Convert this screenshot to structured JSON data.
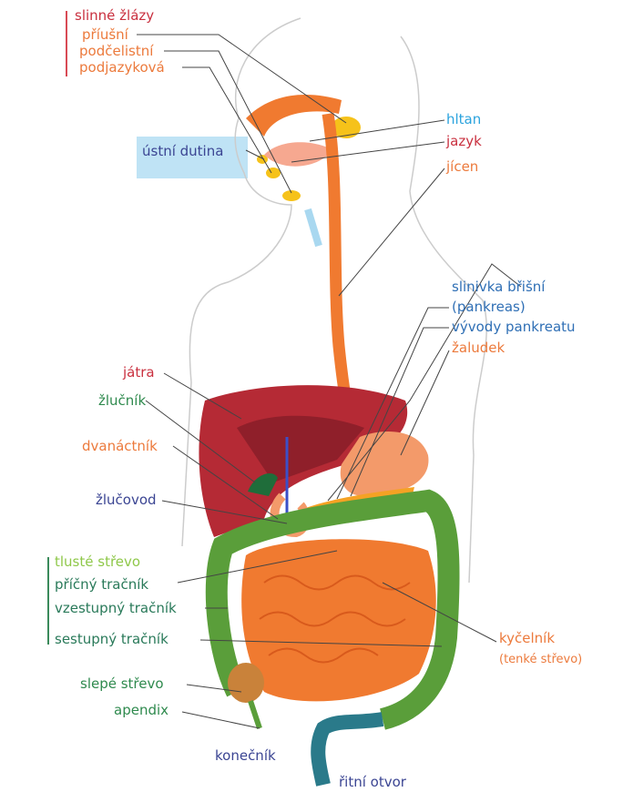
{
  "labels": {
    "salivary_glands": "slinné žlázy",
    "parotid": "příušní",
    "submandibular": "podčelistní",
    "sublingual": "podjazyková",
    "oral_cavity": "ústní dutina",
    "pharynx": "hltan",
    "tongue": "jazyk",
    "esophagus": "jícen",
    "pancreas": "slinivka břišní",
    "pancreas_alt": "(pankreas)",
    "pancreatic_ducts": "vývody pankreatu",
    "stomach": "žaludek",
    "liver": "játra",
    "gallbladder": "žlučník",
    "duodenum": "dvanáctník",
    "bile_duct": "žlučovod",
    "large_intestine": "tlusté střevo",
    "transverse_colon": "příčný tračník",
    "ascending_colon": "vzestupný tračník",
    "descending_colon": "sestupný tračník",
    "cecum": "slepé střevo",
    "appendix": "apendix",
    "ileum": "kyčelník",
    "ileum_alt": "(tenké střevo)",
    "rectum": "konečník",
    "anus": "řitní otvor"
  }
}
